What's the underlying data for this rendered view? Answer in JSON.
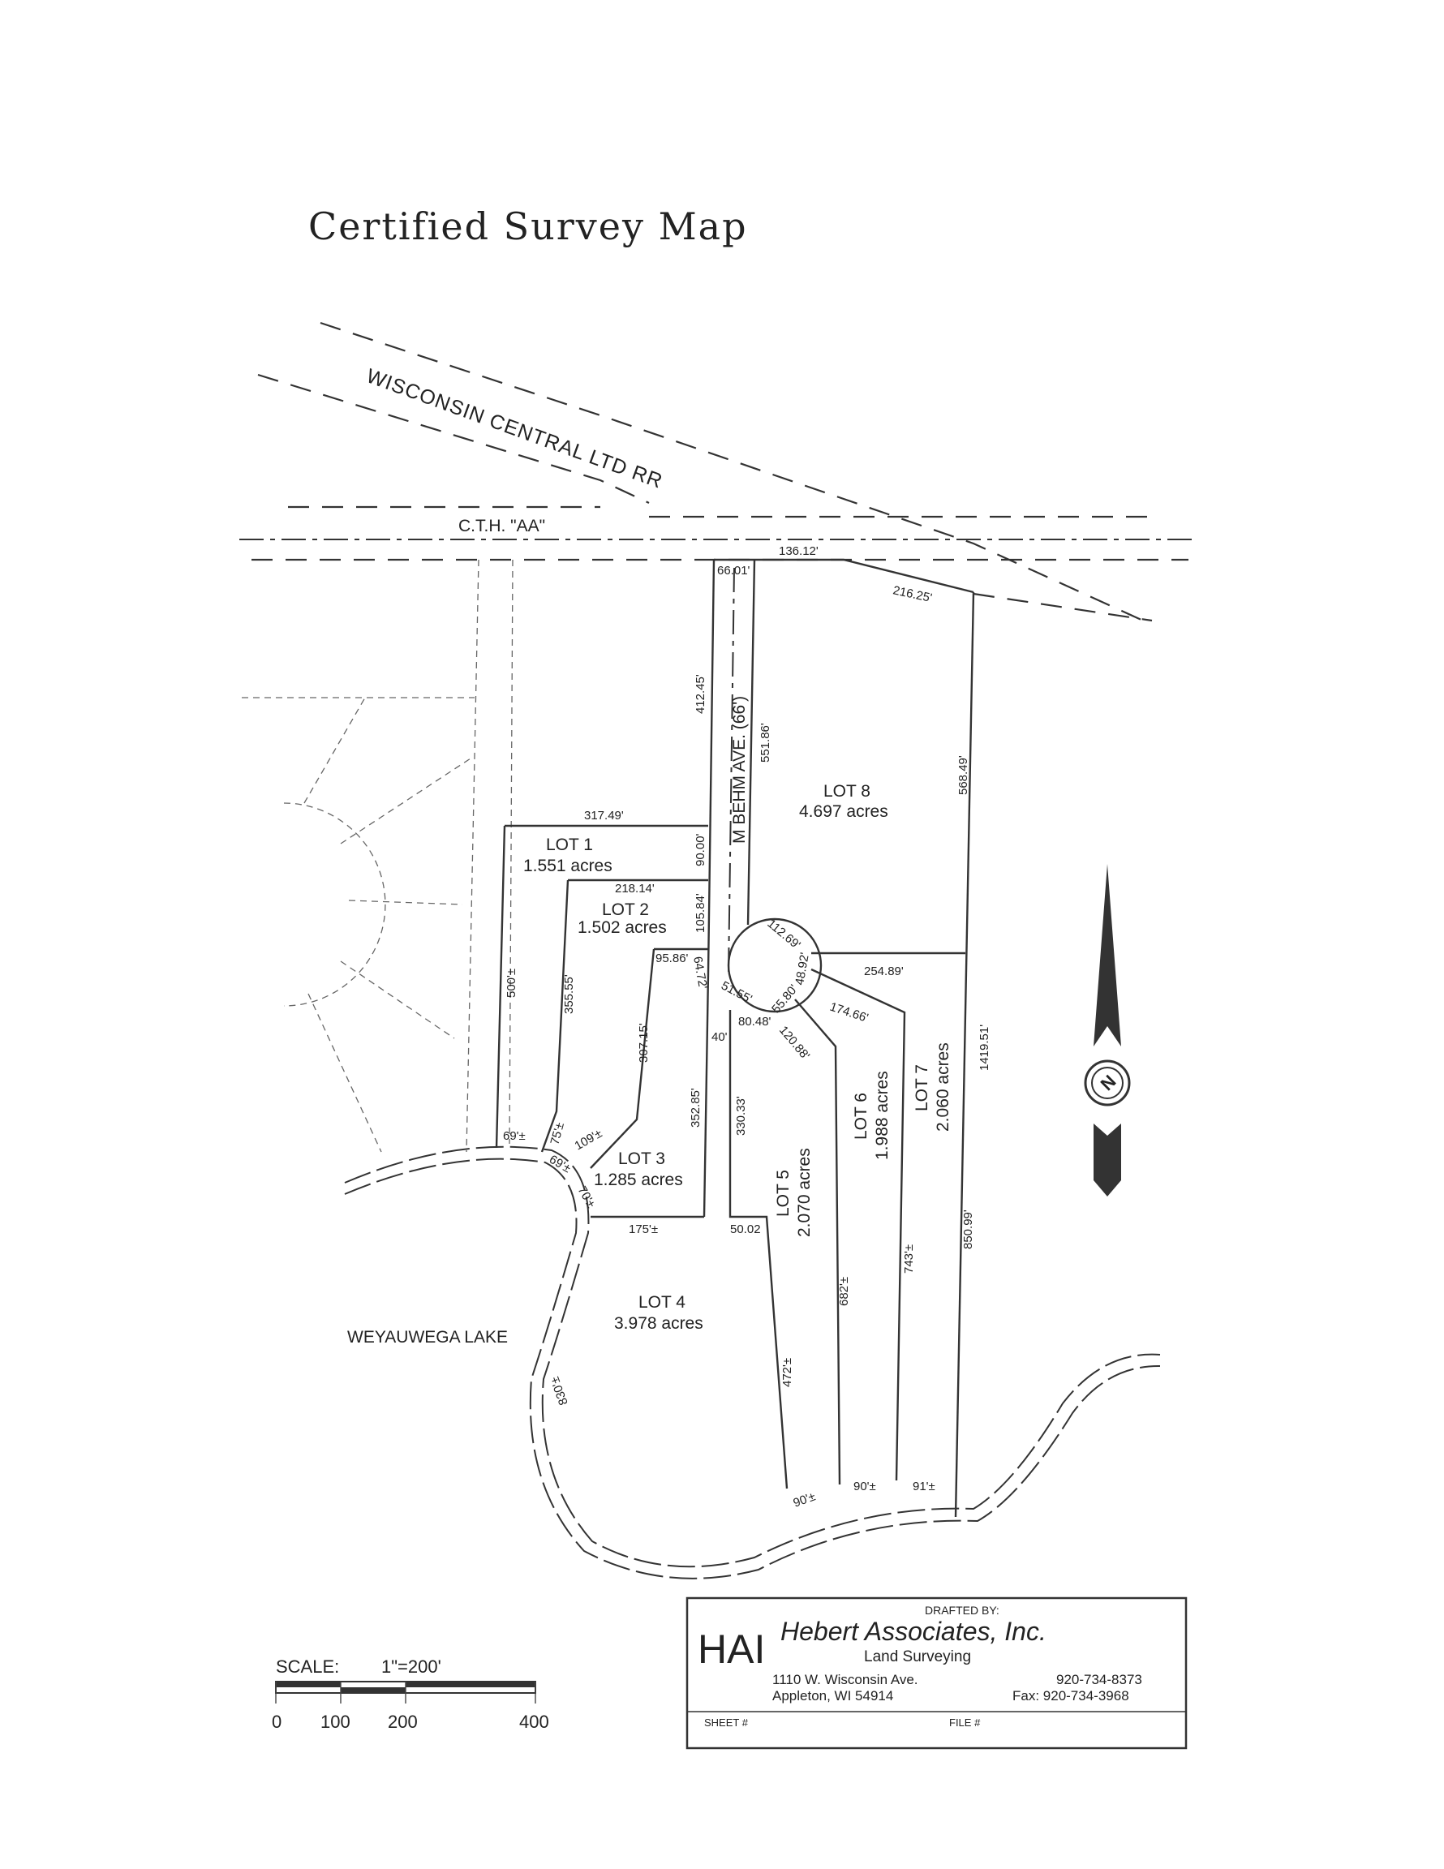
{
  "title": "Certified Survey Map",
  "roads": {
    "railroad": "WISCONSIN CENTRAL LTD RR",
    "highway": "C.T.H. \"AA\"",
    "street": "M BEHM AVE. (66')"
  },
  "lake": "WEYAUWEGA LAKE",
  "lots": [
    {
      "name": "LOT 1",
      "area": "1.551 acres"
    },
    {
      "name": "LOT 2",
      "area": "1.502 acres"
    },
    {
      "name": "LOT 3",
      "area": "1.285 acres"
    },
    {
      "name": "LOT 4",
      "area": "3.978 acres"
    },
    {
      "name": "LOT 5",
      "area": "2.070 acres"
    },
    {
      "name": "LOT 6",
      "area": "1.988 acres"
    },
    {
      "name": "LOT 7",
      "area": "2.060 acres"
    },
    {
      "name": "LOT 8",
      "area": "4.697 acres"
    }
  ],
  "dimensions": {
    "d136": "136.12'",
    "d216": "216.25'",
    "d66": "66.01'",
    "d412": "412.45'",
    "d551": "551.86'",
    "d568": "568.49'",
    "d317": "317.49'",
    "d90": "90.00'",
    "d218": "218.14'",
    "d105": "105.84'",
    "d95": "95.86'",
    "d64": "64.72'",
    "d112": "112.69'",
    "d48": "48.92'",
    "d254": "254.89'",
    "d51": "51.55'",
    "d55": "55.80'",
    "d174": "174.66'",
    "d80": "80.48'",
    "d120": "120.88'",
    "d40": "40'",
    "d500": "500'±",
    "d355": "355.55'",
    "d307": "307.15'",
    "d352": "352.85'",
    "d330": "330.33'",
    "d1419": "1419.51'",
    "d69a": "69'±",
    "d75": "75'±",
    "d109": "109'±",
    "d69b": "69'±",
    "d70": "70'±",
    "d175": "175'±",
    "d50": "50.02",
    "d682": "682'±",
    "d743": "743'±",
    "d850": "850.99'",
    "d472": "472'±",
    "d830": "830'±",
    "d90a": "90'±",
    "d90b": "90'±",
    "d91": "91'±"
  },
  "north_arrow": "N",
  "scale": {
    "label": "SCALE:",
    "ratio": "1\"=200'",
    "ticks": [
      "0",
      "100",
      "200",
      "400"
    ]
  },
  "title_block": {
    "drafted_by": "DRAFTED BY:",
    "logo": "HAI",
    "company": "Hebert Associates, Inc.",
    "service": "Land Surveying",
    "address1": "1110 W. Wisconsin Ave.",
    "address2": "Appleton, WI 54914",
    "phone": "920-734-8373",
    "fax": "Fax: 920-734-3968",
    "sheet": "SHEET #",
    "file": "FILE #"
  }
}
